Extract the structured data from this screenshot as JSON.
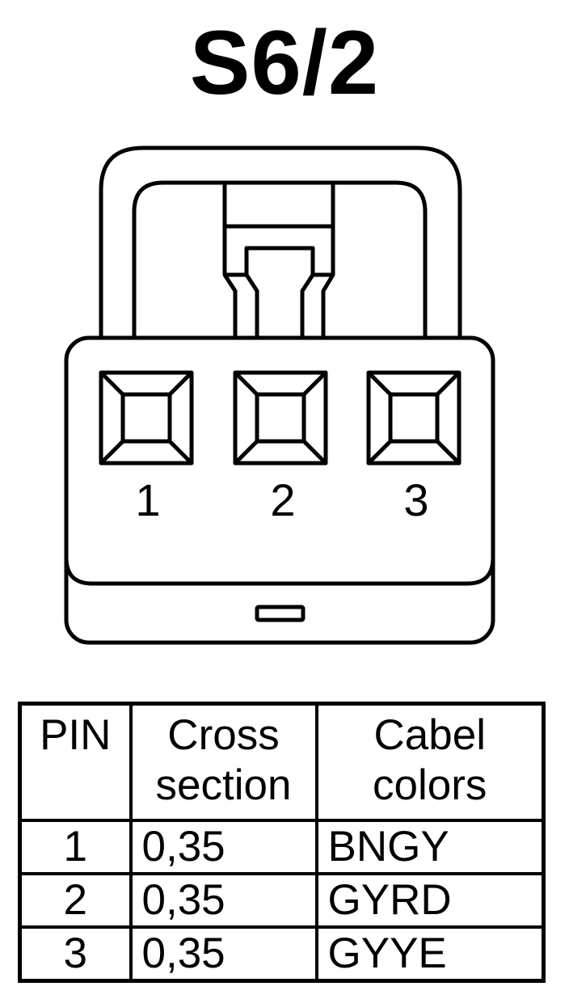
{
  "title": "S6/2",
  "connector": {
    "pins": [
      {
        "label": "1"
      },
      {
        "label": "2"
      },
      {
        "label": "3"
      }
    ]
  },
  "table": {
    "headers": {
      "pin": "PIN",
      "cross_line1": "Cross",
      "cross_line2": "section",
      "colors_line1": "Cabel",
      "colors_line2": "colors"
    },
    "rows": [
      {
        "pin": "1",
        "cross_section": "0,35",
        "cable_colors": "BNGY"
      },
      {
        "pin": "2",
        "cross_section": "0,35",
        "cable_colors": "GYRD"
      },
      {
        "pin": "3",
        "cross_section": "0,35",
        "cable_colors": "GYYE"
      }
    ]
  }
}
